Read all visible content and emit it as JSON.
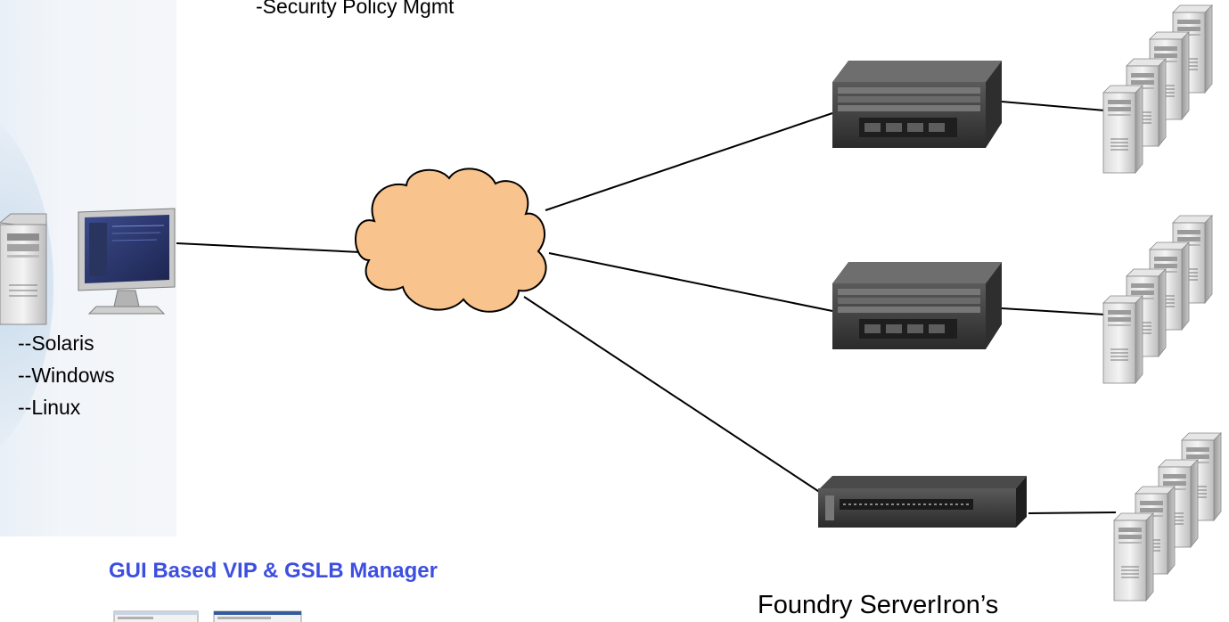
{
  "top_caption": "-Security Policy Mgmt",
  "os_list": [
    "--Solaris",
    "--Windows",
    "--Linux"
  ],
  "gui_heading": "GUI Based VIP & GSLB Manager",
  "footer_label": "Foundry ServerIron’s",
  "colors": {
    "cloud_fill": "#f9c38d",
    "cloud_stroke": "#000000",
    "heading_blue": "#3c4fe0",
    "panel_bg": "#eef3f9"
  },
  "icons": {
    "workstation": "desktop-computer-icon",
    "network": "cloud-icon",
    "switch": "serveriron-switch-icon",
    "server": "tower-server-icon"
  }
}
